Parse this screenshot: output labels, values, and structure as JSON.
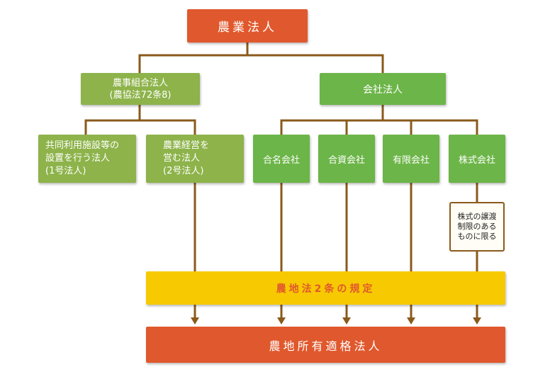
{
  "colors": {
    "root": "#e0582d",
    "category": "#8db34a",
    "company": "#6cb548",
    "regulation": "#f7c900",
    "regulation_text": "#e0582d",
    "connector": "#8a5a1b"
  },
  "root": {
    "label": "農業法人"
  },
  "coop": {
    "label": "農事組合法人\n(農協法72条8)"
  },
  "company": {
    "label": "会社法人"
  },
  "coop_children": [
    {
      "label": "共同利用施設等の\n設置を行う法人\n(1号法人)"
    },
    {
      "label": "農業経営を\n営む法人\n(2号法人)"
    }
  ],
  "company_children": [
    {
      "label": "合名会社"
    },
    {
      "label": "合資会社"
    },
    {
      "label": "有限会社"
    },
    {
      "label": "株式会社"
    }
  ],
  "note": {
    "label": "株式の譲渡\n制限のある\nものに限る"
  },
  "regulation": {
    "label": "農地法2条の規定"
  },
  "result": {
    "label": "農地所有適格法人"
  }
}
